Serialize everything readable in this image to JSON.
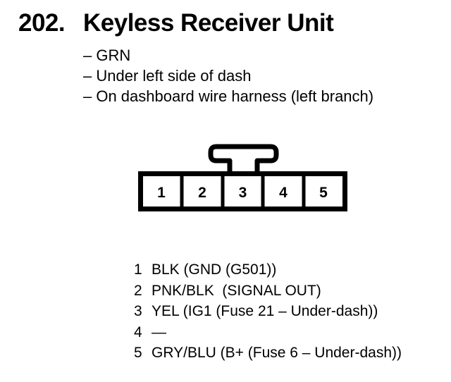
{
  "header": {
    "number": "202.",
    "title": "Keyless Receiver Unit"
  },
  "notes": [
    "– GRN",
    "– Under left side of dash",
    "– On dashboard wire harness (left branch)"
  ],
  "connector": {
    "pins": [
      "1",
      "2",
      "3",
      "4",
      "5"
    ]
  },
  "pinout": [
    {
      "pin": "1",
      "desc": "BLK (GND (G501))"
    },
    {
      "pin": "2",
      "desc": "PNK/BLK  (SIGNAL OUT)"
    },
    {
      "pin": "3",
      "desc": "YEL (IG1 (Fuse 21 – Under-dash))"
    },
    {
      "pin": "4",
      "desc": "—"
    },
    {
      "pin": "5",
      "desc": "GRY/BLU (B+ (Fuse 6 – Under-dash))"
    }
  ]
}
